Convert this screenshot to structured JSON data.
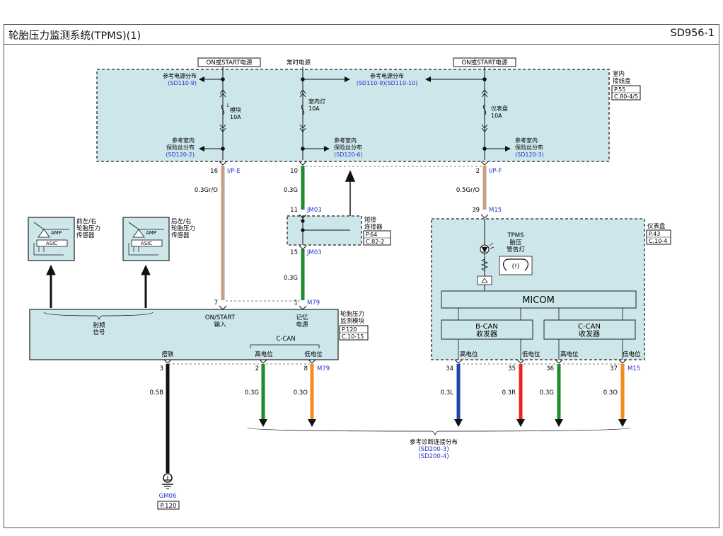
{
  "page": {
    "title": "轮胎压力监测系统(TPMS)(1)",
    "code": "SD956-1"
  },
  "power_labels": {
    "left": "ON或START电源",
    "mid": "常时电源",
    "right": "ON或START电源"
  },
  "junction_box": {
    "name_l1": "室内",
    "name_l2": "接线盒",
    "ref_p": "P.55",
    "ref_c": "C.80-4/5"
  },
  "fuse_box": {
    "ref_power_left": "参考电源分布",
    "ref_power_left_code": "(SD110-9)",
    "ref_power_mid": "参考电源分布",
    "ref_power_mid_code": "(SD110-9)(SD110-10)",
    "fuse1_num": "1",
    "fuse1_name": "模块",
    "fuse1_amp": "10A",
    "fuse2_name": "室内灯",
    "fuse2_amp": "10A",
    "fuse3_name": "仪表盘",
    "fuse3_amp": "10A",
    "ref_fuse_l1": "参考室内",
    "ref_fuse_l2": "保险丝分布",
    "ref_fuse1_code": "(SD120-2)",
    "ref_fuse2_code": "(SD120-6)",
    "ref_fuse3_code": "(SD120-3)"
  },
  "wires": {
    "w1": {
      "pin_top": "16",
      "conn_top": "I/P-E",
      "spec": "0.3Gr/O",
      "pin_bot": "7"
    },
    "w2": {
      "pin_top": "10",
      "pin_a": "11",
      "conn_a": "JM03",
      "spec_a": "0.3G",
      "pin_b": "15",
      "conn_b": "JM03",
      "spec_b": "0.3G",
      "pin_bot": "1",
      "conn_bot": "M79"
    },
    "w3": {
      "pin_top": "2",
      "conn_top": "I/P-F",
      "spec": "0.5Gr/O",
      "pin_bot": "39",
      "conn_bot": "M15"
    }
  },
  "short_connector": {
    "l1": "短接",
    "l2": "连接器",
    "ref_p": "P.64",
    "ref_c": "C.82-2"
  },
  "sensors": {
    "front": {
      "l1": "前左/右",
      "l2": "轮胎压力",
      "l3": "传感器"
    },
    "rear": {
      "l1": "后左/右",
      "l2": "轮胎压力",
      "l3": "传感器"
    },
    "amp": "AMP",
    "asic": "ASIC"
  },
  "tpms_module": {
    "rf_l1": "射频",
    "rf_l2": "信号",
    "in_l1": "ON/START",
    "in_l2": "输入",
    "mem_l1": "记忆",
    "mem_l2": "电源",
    "name_l1": "轮胎压力",
    "name_l2": "监测模块",
    "ref_p": "P.120",
    "ref_c": "C.10-15",
    "ground_label": "搭铁",
    "can_label": "C-CAN",
    "hi_label": "高电位",
    "lo_label": "低电位"
  },
  "lower_wires": {
    "gnd": {
      "pin": "3",
      "spec": "0.5B"
    },
    "chi": {
      "pin": "2",
      "spec": "0.3G"
    },
    "clo": {
      "pin": "8",
      "conn": "M79",
      "spec": "0.3O"
    }
  },
  "ground": {
    "code": "GM06",
    "ref": "P.120"
  },
  "cluster": {
    "name": "仪表盘",
    "ref_p": "P.43",
    "ref_c": "C.10-4",
    "lamp_l1": "TPMS",
    "lamp_l2": "胎压",
    "lamp_l3": "警告灯",
    "lamp_symbol": "(!)",
    "micom": "MICOM",
    "bcan_l1": "B-CAN",
    "bcan_l2": "收发器",
    "ccan_l1": "C-CAN",
    "ccan_l2": "收发器",
    "hi1": "高电位",
    "lo1": "低电位",
    "hi2": "高电位",
    "lo2": "低电位",
    "pins": [
      {
        "pin": "34",
        "spec": "0.3L"
      },
      {
        "pin": "35",
        "spec": "0.3R"
      },
      {
        "pin": "36",
        "spec": "0.3G"
      },
      {
        "pin": "37",
        "conn": "M15",
        "spec": "0.3O"
      }
    ]
  },
  "diag_ref": {
    "l1": "参考诊断连接分布",
    "code1": "(SD200-3)",
    "code2": "(SD200-4)"
  },
  "colors": {
    "panel": "#cde6ea",
    "wire_gr_o": "#c79f86",
    "wire_g": "#1f8a2e",
    "wire_o": "#f28c1c",
    "wire_l": "#1c47a8",
    "wire_r": "#ee2020",
    "wire_b": "#111111",
    "link_blue": "#2233cc"
  }
}
